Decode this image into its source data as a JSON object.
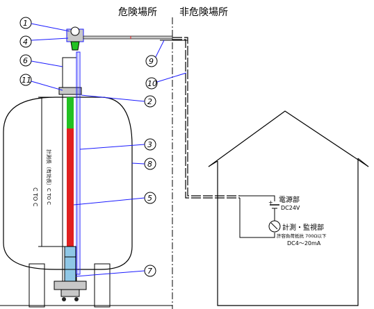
{
  "zones": {
    "hazardous": "危険場所",
    "non_hazardous": "非危険場所"
  },
  "callouts": [
    "1",
    "4",
    "6",
    "11",
    "2",
    "3",
    "8",
    "5",
    "7",
    "9",
    "10"
  ],
  "power": {
    "title": "電源部",
    "voltage": "DC24V"
  },
  "monitor": {
    "title": "計測・監視部",
    "load": "許容負荷抵抗 700Ω以下",
    "signal": "DC4～20mA"
  },
  "scale": {
    "range": "C TO C",
    "caption": "計測長（有効長）C TO C"
  },
  "colors": {
    "float_top": "#22c122",
    "gauge_bar": "#e02020",
    "float_bottom": "#8fc7e6",
    "line": "#1a1aff"
  }
}
